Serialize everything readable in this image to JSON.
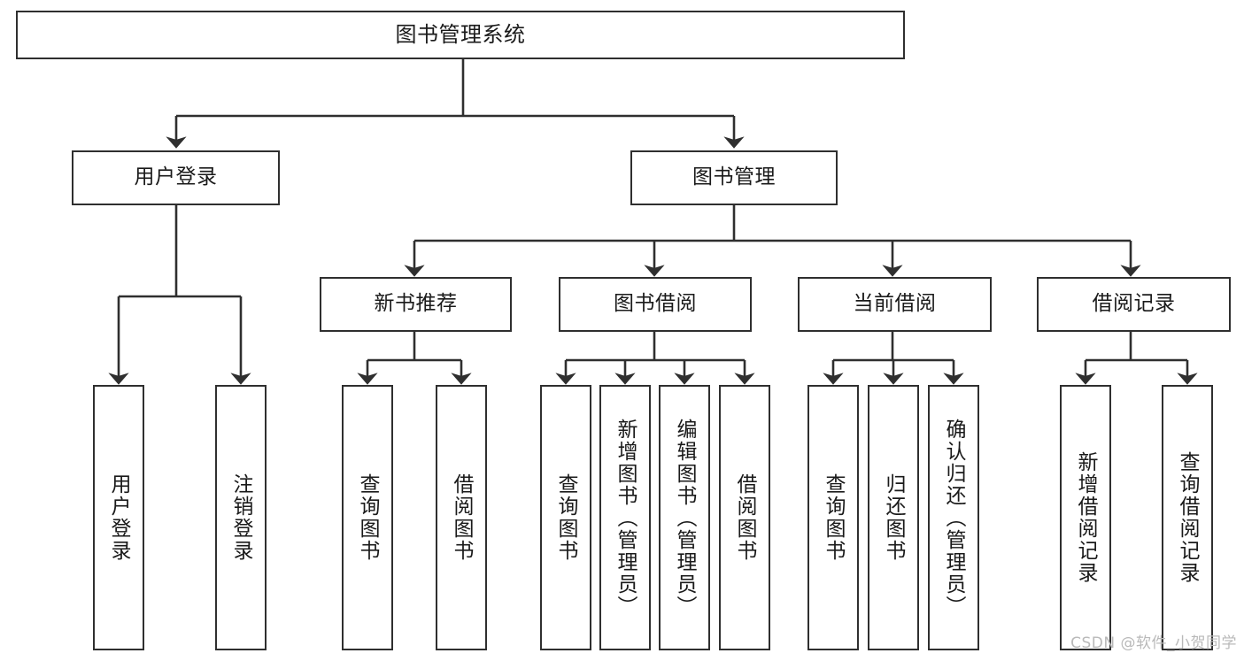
{
  "diagram": {
    "title": "图书管理系统",
    "type": "tree-hierarchy",
    "watermark": "CSDN @软件_小贺同学",
    "colors": {
      "background": "#ffffff",
      "border": "#2f2f2f",
      "text": "#1a1a1a",
      "connector": "#2f2f2f",
      "watermark": "#b9b9b9"
    },
    "root": {
      "label": "图书管理系统"
    },
    "level2": [
      {
        "label": "用户登录"
      },
      {
        "label": "图书管理"
      }
    ],
    "level3": [
      {
        "label": "新书推荐"
      },
      {
        "label": "图书借阅"
      },
      {
        "label": "当前借阅"
      },
      {
        "label": "借阅记录"
      }
    ],
    "leaves": {
      "user_login": [
        {
          "label": "用户登录"
        },
        {
          "label": "注销登录"
        }
      ],
      "new_book_recommend": [
        {
          "label": "查询图书"
        },
        {
          "label": "借阅图书"
        }
      ],
      "book_borrow": [
        {
          "label": "查询图书"
        },
        {
          "label": "新增图书（管理员）"
        },
        {
          "label": "编辑图书（管理员）"
        },
        {
          "label": "借阅图书"
        }
      ],
      "current_borrow": [
        {
          "label": "查询图书"
        },
        {
          "label": "归还图书"
        },
        {
          "label": "确认归还（管理员）"
        }
      ],
      "borrow_records": [
        {
          "label": "新增借阅记录"
        },
        {
          "label": "查询借阅记录"
        }
      ]
    }
  }
}
